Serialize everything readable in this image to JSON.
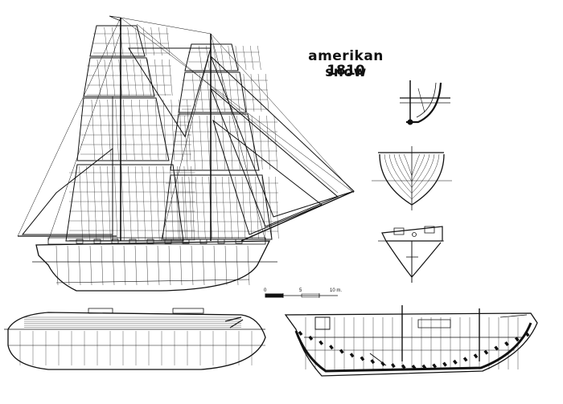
{
  "title": {
    "line1": "amerikan snow",
    "line2": "1810"
  },
  "scale_bar": {
    "labels": [
      "0",
      "5",
      "10 m."
    ]
  },
  "views": [
    "sail-plan",
    "stern-section",
    "body-plan",
    "stern-elevation",
    "deck-plan",
    "inboard-profile"
  ],
  "colors": {
    "ink": "#111111",
    "paper": "#ffffff"
  }
}
